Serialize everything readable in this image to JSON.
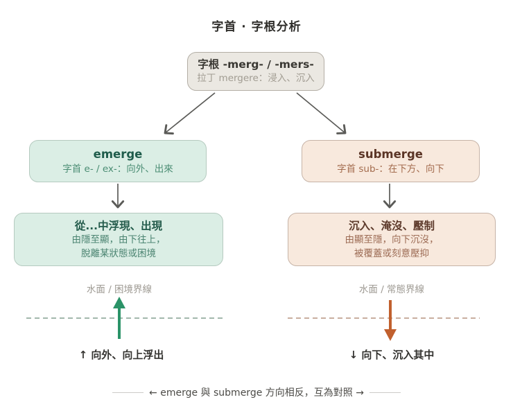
{
  "title": "字首 · 字根分析",
  "root_box": {
    "heading": "字根 -merg- / -mers-",
    "subheading": "拉丁 mergere：浸入、沉入"
  },
  "left": {
    "word_box": {
      "heading": "emerge",
      "subheading": "字首 e- / ex-：向外、出來"
    },
    "meaning_box": {
      "heading": "從...中浮現、出現",
      "line1": "由隱至顯，由下往上，",
      "line2": "脫離某狀態或困境"
    },
    "waterline_label": "水面 / 困境界線",
    "direction_label": "↑ 向外、向上浮出",
    "arrow_direction": "up",
    "accent_color": "#2b9368",
    "box_fill": "#dbeee5",
    "dashed_line_color": "#a2b7ac"
  },
  "right": {
    "word_box": {
      "heading": "submerge",
      "subheading": "字首 sub-：在下方、向下"
    },
    "meaning_box": {
      "heading": "沉入、淹沒、壓制",
      "line1": "由顯至隱，向下沉沒，",
      "line2": "被覆蓋或刻意壓抑"
    },
    "waterline_label": "水面 / 常態界線",
    "direction_label": "↓ 向下、沉入其中",
    "arrow_direction": "down",
    "accent_color": "#c1602e",
    "box_fill": "#f8e9dd",
    "dashed_line_color": "#c9ae9f"
  },
  "footer": {
    "caption": "← emerge 與 submerge 方向相反，互為對照 →"
  }
}
